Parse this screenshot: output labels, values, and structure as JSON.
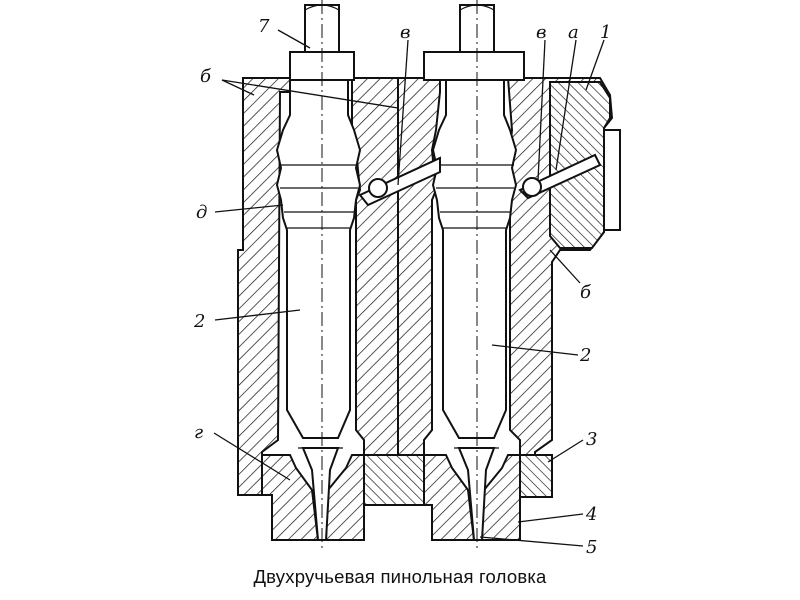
{
  "labels": {
    "n7": "7",
    "v1": "в",
    "v2": "в",
    "a": "а",
    "n1": "1",
    "b6": "б",
    "d": "д",
    "b_right": "б",
    "n2_left": "2",
    "n2_right": "2",
    "g": "г",
    "n3": "3",
    "n4": "4",
    "n5": "5"
  },
  "caption": "Двухручьевая пинольная головка"
}
